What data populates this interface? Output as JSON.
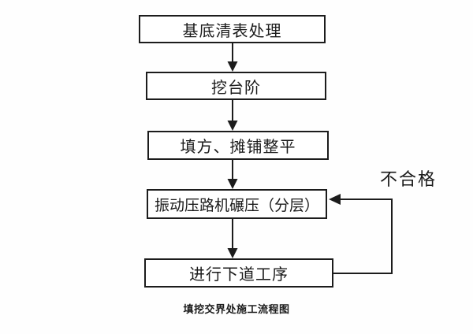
{
  "diagram": {
    "caption": "填挖交界处施工流程图",
    "loop_label": "不合格",
    "nodes": [
      {
        "id": "step-1",
        "label": "基底清表处理"
      },
      {
        "id": "step-2",
        "label": "挖台阶"
      },
      {
        "id": "step-3",
        "label": "填方、摊铺整平"
      },
      {
        "id": "step-4",
        "label": "振动压路机碾压（分层）"
      },
      {
        "id": "step-5",
        "label": "进行下道工序"
      }
    ],
    "edges": [
      {
        "from": "step-1",
        "to": "step-2",
        "label": ""
      },
      {
        "from": "step-2",
        "to": "step-3",
        "label": ""
      },
      {
        "from": "step-3",
        "to": "step-4",
        "label": ""
      },
      {
        "from": "step-4",
        "to": "step-5",
        "label": ""
      },
      {
        "from": "step-5",
        "to": "step-4",
        "label": "不合格"
      }
    ],
    "colors": {
      "line": "#1c1c1c",
      "box_fill": "#ffffff",
      "background": "#fefefe",
      "text": "#1b1b1b"
    }
  }
}
